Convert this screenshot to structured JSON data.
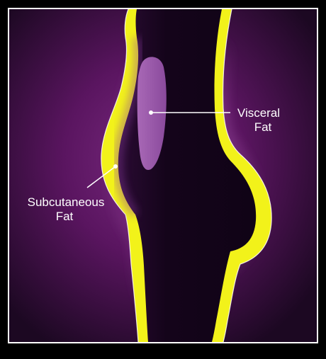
{
  "labels": {
    "visceral_line1": "Visceral",
    "visceral_line2": "Fat",
    "subcutaneous_line1": "Subcutaneous",
    "subcutaneous_line2": "Fat"
  },
  "colors": {
    "background_center": "#6a1b6e",
    "background_edge": "#1a0820",
    "subcutaneous_fat": "#f2f21a",
    "body": "#16061c",
    "visceral_fat": "#9b5aab",
    "frame": "#000000",
    "label": "#ffffff"
  }
}
